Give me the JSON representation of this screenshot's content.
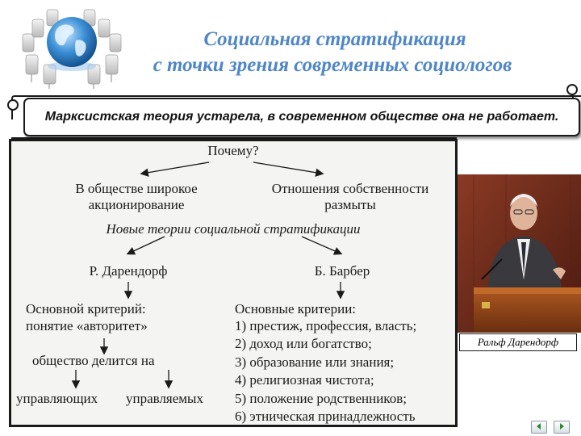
{
  "header": {
    "title_line1": "Социальная стратификация",
    "title_line2": "с точки зрения современных социологов"
  },
  "banner": {
    "text": "Марксистская теория устарела, в современном обществе она  не работает."
  },
  "diagram": {
    "question": "Почему?",
    "reason_left_1": "В обществе широкое",
    "reason_left_2": "акционирование",
    "reason_right_1": "Отношения собственности",
    "reason_right_2": "размыты",
    "subtitle": "Новые теории социальной стратификации",
    "author_left": "Р. Дарендорф",
    "author_right": "Б. Барбер",
    "left_criterion_1": "Основной критерий:",
    "left_criterion_2": "понятие «авторитет»",
    "left_divides": "общество делится на",
    "left_group_a": "управляющих",
    "left_group_b": "управляемых",
    "right_heading": "Основные критерии:",
    "right_items": [
      "1) престиж, профессия, власть;",
      "2) доход или богатство;",
      "3) образование или знания;",
      "4) религиозная чистота;",
      "5) положение родственников;",
      "6) этническая принадлежность"
    ]
  },
  "photo": {
    "caption": "Ральф Дарендорф"
  },
  "navigation": {
    "prev_icon": "arrow-left-icon",
    "next_icon": "arrow-right-icon"
  },
  "colors": {
    "title": "#4f86c6",
    "globe": "#2f7fc4"
  }
}
